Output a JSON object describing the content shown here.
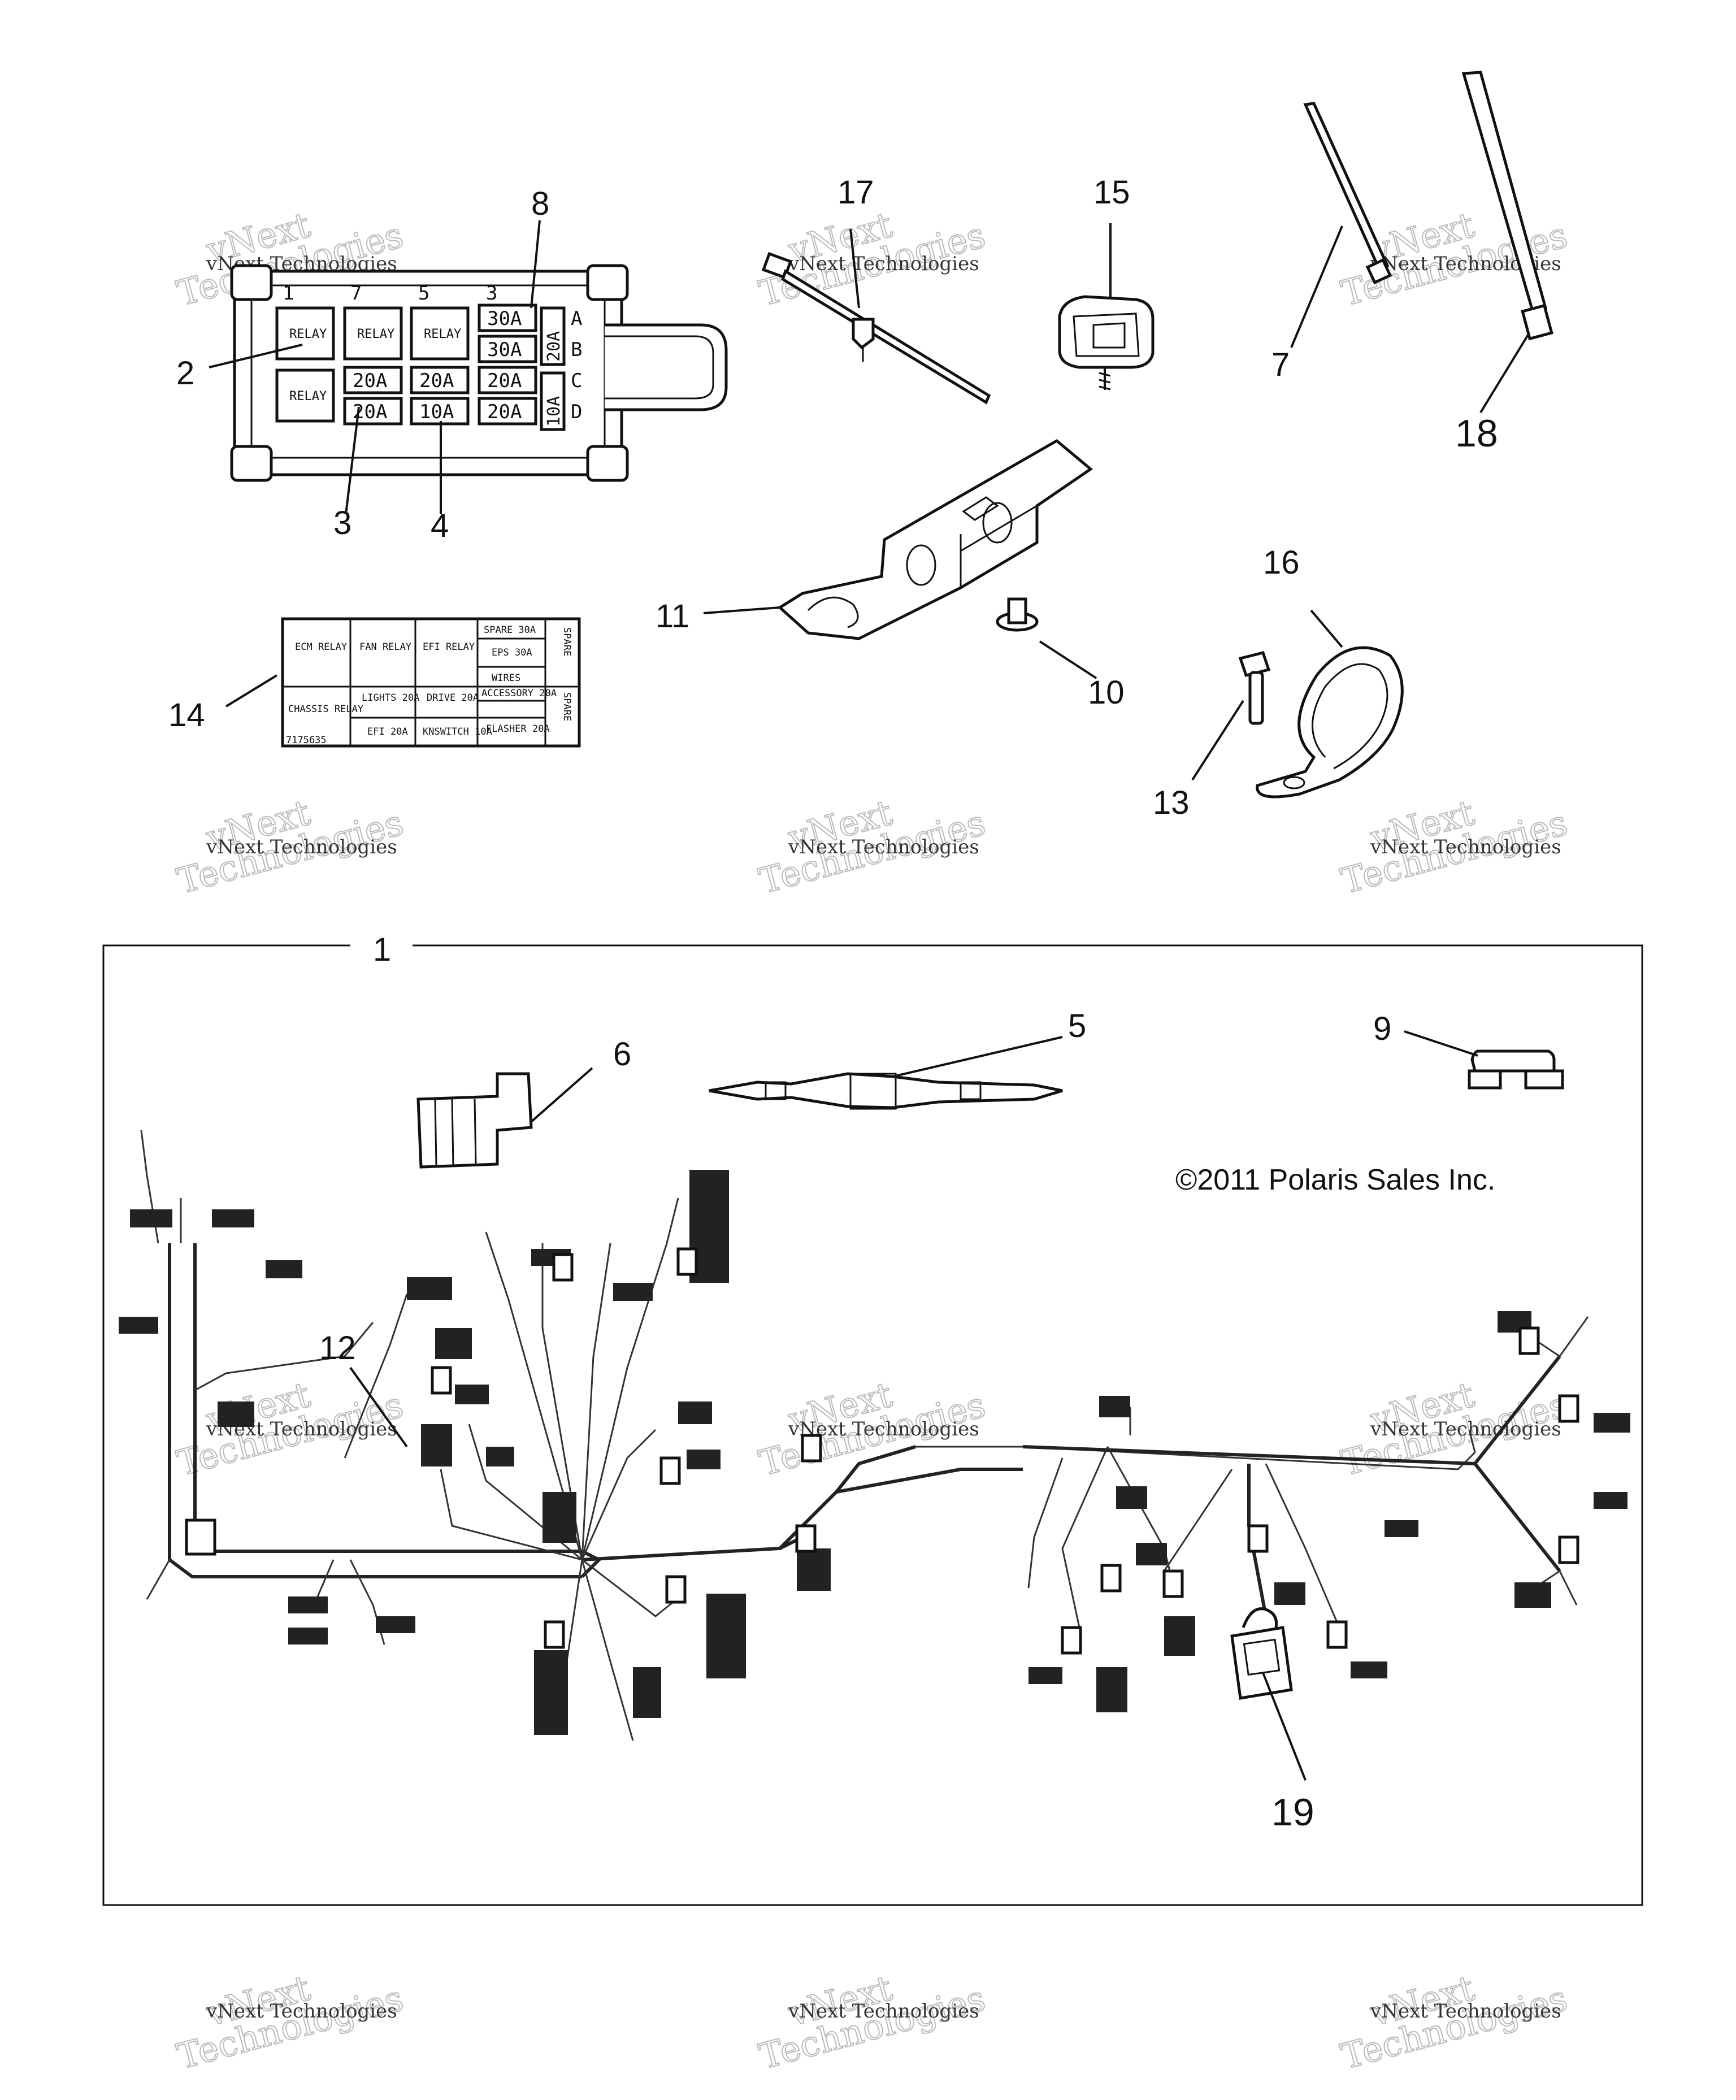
{
  "callouts": {
    "c1": "1",
    "c2": "2",
    "c3": "3",
    "c4": "4",
    "c5": "5",
    "c6": "6",
    "c7": "7",
    "c8": "8",
    "c9": "9",
    "c10": "10",
    "c11": "11",
    "c12": "12",
    "c13": "13",
    "c14": "14",
    "c15": "15",
    "c16": "16",
    "c17": "17",
    "c18": "18",
    "c19": "19"
  },
  "fuse_box": {
    "top_tabs": [
      "1",
      "7",
      "5",
      "3"
    ],
    "relays": [
      "RELAY",
      "RELAY",
      "RELAY",
      "RELAY"
    ],
    "fuses_top": [
      "30A",
      "30A"
    ],
    "fuses_mid": [
      "20A",
      "20A",
      "20A"
    ],
    "fuses_bot": [
      "20A",
      "10A",
      "20A"
    ],
    "side_fuses": [
      "20A",
      "10A"
    ],
    "side_letters": [
      "A",
      "B",
      "C",
      "D"
    ]
  },
  "fuse_label": {
    "r1": [
      "ECM RELAY",
      "FAN RELAY",
      "EFI RELAY"
    ],
    "spare": "SPARE 30A",
    "eps": "EPS 30A",
    "wires": "WIRES",
    "r2": [
      "CHASSIS RELAY",
      "LIGHTS 20A",
      "DRIVE 20A",
      "ACCESSORY 20A"
    ],
    "r3": [
      "EFI 20A",
      "KNSWITCH 10A",
      "FLASHER 20A"
    ],
    "part_no": "7175635",
    "side_a": "SPARE",
    "side_b": "SPARE"
  },
  "watermark": {
    "line1": "vNext Technologies",
    "line2": "vNext\nTechnologies"
  },
  "copyright": "©2011 Polaris Sales Inc."
}
